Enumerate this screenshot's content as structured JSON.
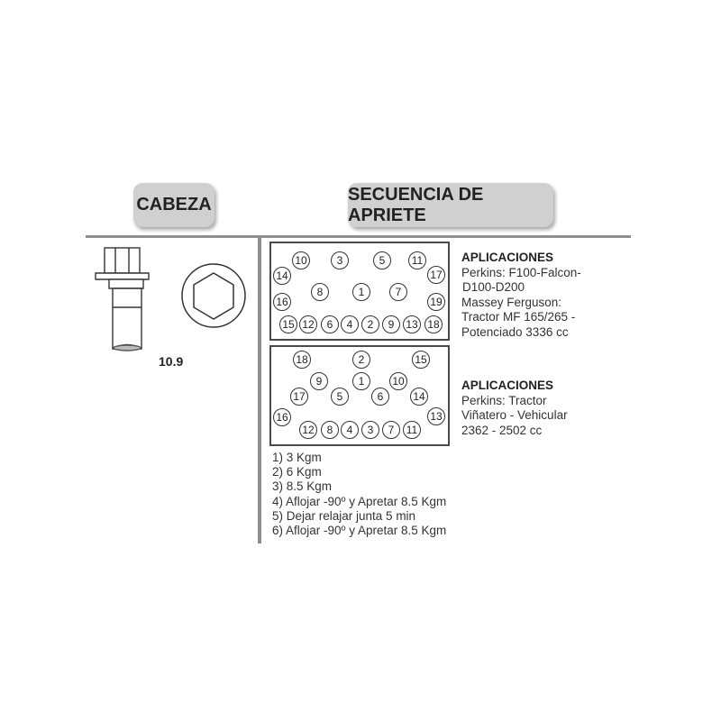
{
  "headers": {
    "cabeza": "CABEZA",
    "secuencia": "SECUENCIA DE APRIETE"
  },
  "bolt_grade": "10.9",
  "diagram_1": {
    "bolts": [
      "10",
      "3",
      "5",
      "11",
      "14",
      "17",
      "16",
      "8",
      "1",
      "7",
      "19",
      "15",
      "12",
      "6",
      "4",
      "2",
      "9",
      "13",
      "18"
    ],
    "applications": {
      "title": "APLICACIONES",
      "lines": [
        "Perkins: F100-Falcon-",
        "D100-D200",
        "Massey Ferguson:",
        "Tractor MF 165/265 -",
        "Potenciado 3336 cc"
      ]
    }
  },
  "diagram_2": {
    "bolts": [
      "18",
      "2",
      "15",
      "9",
      "1",
      "10",
      "17",
      "5",
      "6",
      "14",
      "16",
      "13",
      "12",
      "8",
      "4",
      "3",
      "7",
      "11"
    ],
    "applications": {
      "title": "APLICACIONES",
      "lines": [
        "Perkins: Tractor",
        "Viñatero - Vehicular",
        "2362 - 2502 cc"
      ]
    }
  },
  "steps": [
    "1) 3 Kgm",
    "2) 6 Kgm",
    "3) 8.5 Kgm",
    "4) Aflojar -90º y Apretar 8.5 Kgm",
    "5) Dejar relajar junta 5 min",
    "6) Aflojar -90º y Apretar 8.5 Kgm"
  ]
}
